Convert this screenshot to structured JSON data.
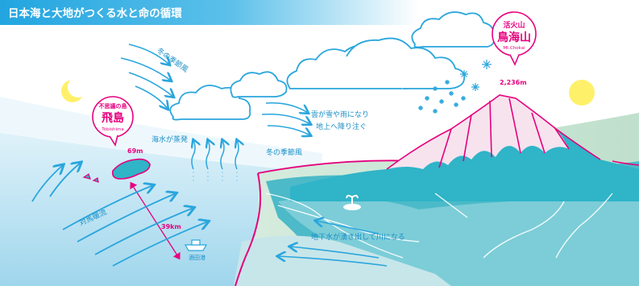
{
  "header": {
    "title": "日本海と大地がつくる水と命の循環"
  },
  "tobishima": {
    "subtitle": "不思議の島",
    "name": "飛島",
    "romaji": "Tobishima",
    "elevation": "69m",
    "distance": "39km"
  },
  "chokai": {
    "type": "活火山",
    "name": "鳥海山",
    "romaji": "Mt.Chokai",
    "elevation": "2,236m"
  },
  "labels": {
    "winter_wind_top": "冬の季節風",
    "winter_wind_mid": "冬の季節風",
    "evaporation": "海水が蒸発",
    "cloud_snow_1": "雲が雪や雨になり",
    "cloud_snow_2": "地上へ降り注ぐ",
    "tsushima_current": "対馬暖流",
    "groundwater": "地下水が湧き出して川になる",
    "sakata_port": "酒田港"
  },
  "colors": {
    "sky_blue": "#2aa6dd",
    "magenta": "#e6007e",
    "sea_light": "#bde3f1",
    "mountain_teal": "#2bb0c4",
    "land_green": "#cfe8d4",
    "sun": "#fff06a"
  }
}
